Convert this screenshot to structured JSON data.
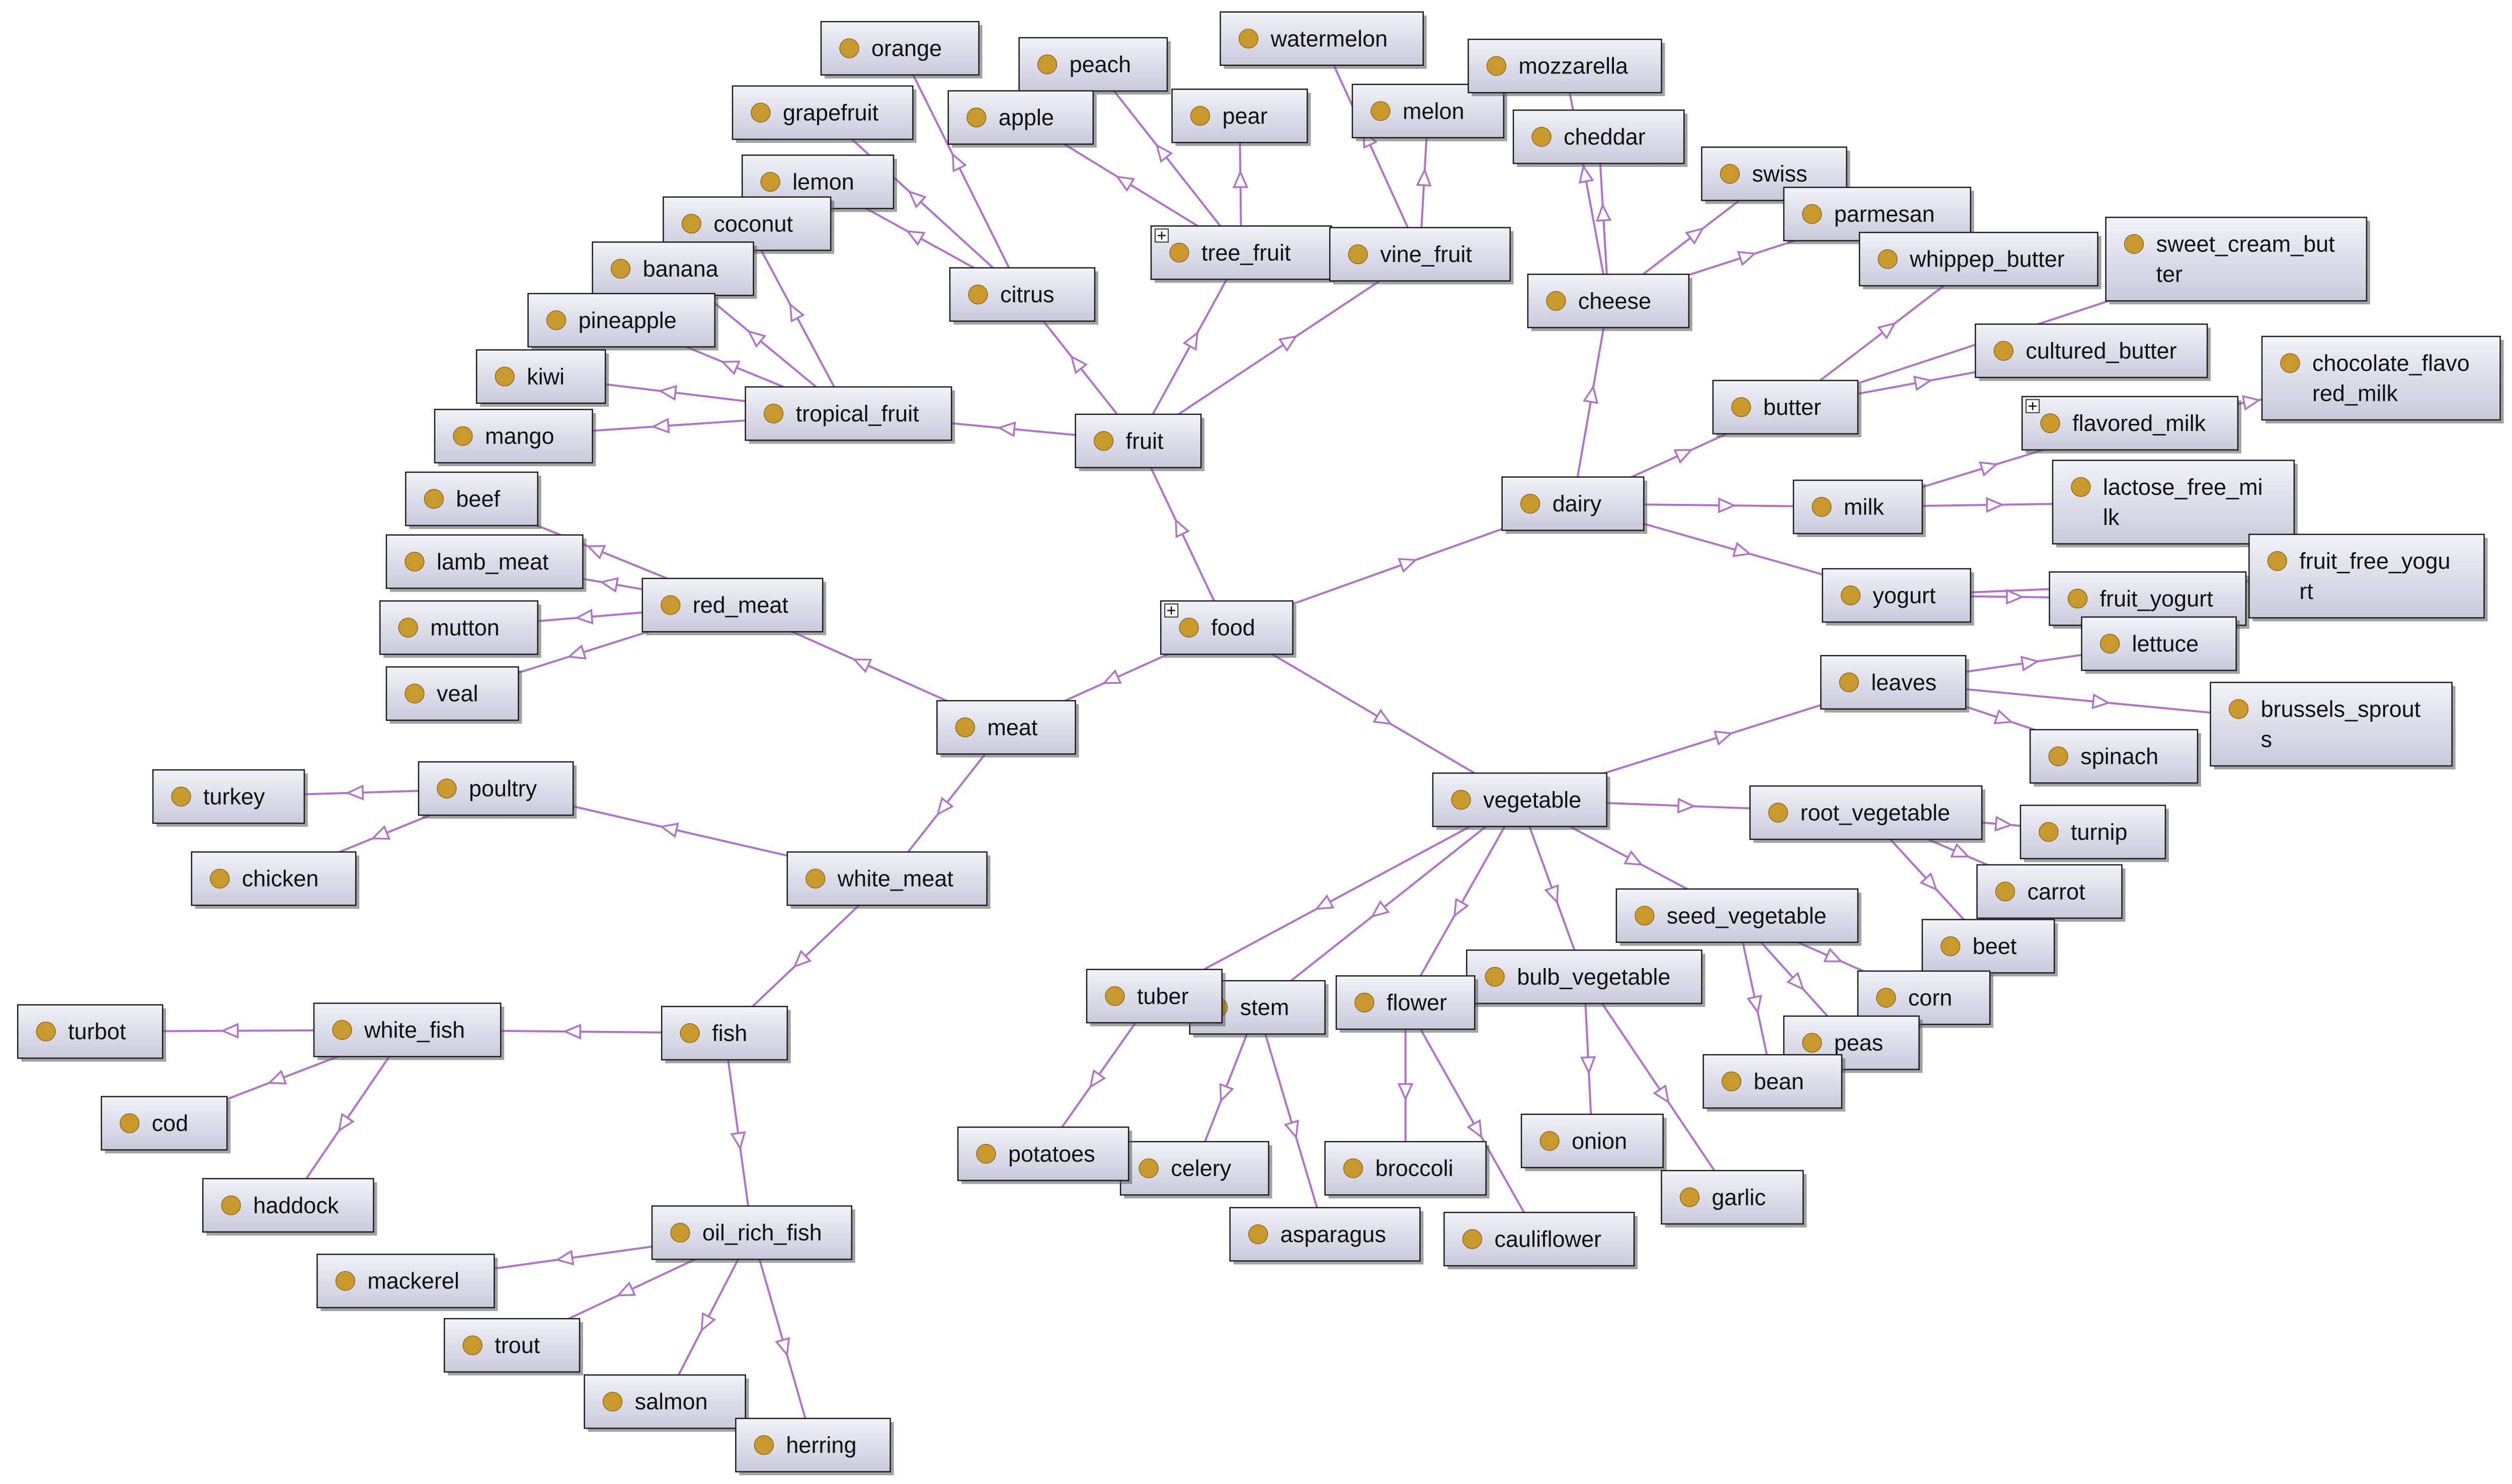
{
  "colors": {
    "edge": "#b070cc",
    "node_fill_top": "#f2f2f8",
    "node_fill_bottom": "#c9c9db",
    "node_border": "#1a1a1a",
    "dot": "#c89a2e",
    "selected_border": "#33cc33"
  },
  "icons": {
    "node": "class-dot-icon",
    "expand": "expand-plus-icon"
  },
  "nodes": [
    {
      "id": "food",
      "lines": [
        "food"
      ],
      "expand": true
    },
    {
      "id": "fruit",
      "lines": [
        "fruit"
      ]
    },
    {
      "id": "meat",
      "lines": [
        "meat"
      ]
    },
    {
      "id": "dairy",
      "lines": [
        "dairy"
      ]
    },
    {
      "id": "vegetable",
      "lines": [
        "vegetable"
      ]
    },
    {
      "id": "tree_fruit",
      "lines": [
        "tree_fruit"
      ],
      "expand": true
    },
    {
      "id": "vine_fruit",
      "lines": [
        "vine_fruit"
      ]
    },
    {
      "id": "citrus",
      "lines": [
        "citrus"
      ]
    },
    {
      "id": "tropical_fruit",
      "lines": [
        "tropical_fruit"
      ]
    },
    {
      "id": "orange",
      "lines": [
        "orange"
      ]
    },
    {
      "id": "grapefruit",
      "lines": [
        "grapefruit"
      ]
    },
    {
      "id": "lemon",
      "lines": [
        "lemon"
      ]
    },
    {
      "id": "peach",
      "lines": [
        "peach"
      ]
    },
    {
      "id": "apple",
      "lines": [
        "apple"
      ]
    },
    {
      "id": "pear",
      "lines": [
        "pear"
      ]
    },
    {
      "id": "watermelon",
      "lines": [
        "watermelon"
      ]
    },
    {
      "id": "melon",
      "lines": [
        "melon"
      ]
    },
    {
      "id": "coconut",
      "lines": [
        "coconut"
      ]
    },
    {
      "id": "banana",
      "lines": [
        "banana"
      ]
    },
    {
      "id": "pineapple",
      "lines": [
        "pineapple"
      ]
    },
    {
      "id": "kiwi",
      "lines": [
        "kiwi"
      ]
    },
    {
      "id": "mango",
      "lines": [
        "mango"
      ]
    },
    {
      "id": "red_meat",
      "lines": [
        "red_meat"
      ]
    },
    {
      "id": "white_meat",
      "lines": [
        "white_meat"
      ]
    },
    {
      "id": "beef",
      "lines": [
        "beef"
      ]
    },
    {
      "id": "lamb_meat",
      "lines": [
        "lamb_meat"
      ]
    },
    {
      "id": "mutton",
      "lines": [
        "mutton"
      ]
    },
    {
      "id": "veal",
      "lines": [
        "veal"
      ]
    },
    {
      "id": "poultry",
      "lines": [
        "poultry"
      ]
    },
    {
      "id": "turkey",
      "lines": [
        "turkey"
      ]
    },
    {
      "id": "chicken",
      "lines": [
        "chicken"
      ]
    },
    {
      "id": "fish",
      "lines": [
        "fish"
      ]
    },
    {
      "id": "white_fish",
      "lines": [
        "white_fish"
      ]
    },
    {
      "id": "turbot",
      "lines": [
        "turbot"
      ]
    },
    {
      "id": "cod",
      "lines": [
        "cod"
      ]
    },
    {
      "id": "haddock",
      "lines": [
        "haddock"
      ]
    },
    {
      "id": "oil_rich_fish",
      "lines": [
        "oil_rich_fish"
      ]
    },
    {
      "id": "mackerel",
      "lines": [
        "mackerel"
      ]
    },
    {
      "id": "trout",
      "lines": [
        "trout"
      ]
    },
    {
      "id": "salmon",
      "lines": [
        "salmon"
      ]
    },
    {
      "id": "herring",
      "lines": [
        "herring"
      ]
    },
    {
      "id": "cheese",
      "lines": [
        "cheese"
      ]
    },
    {
      "id": "mozzarella",
      "lines": [
        "mozzarella"
      ]
    },
    {
      "id": "cheddar",
      "lines": [
        "cheddar"
      ]
    },
    {
      "id": "swiss",
      "lines": [
        "swiss"
      ]
    },
    {
      "id": "parmesan",
      "lines": [
        "parmesan"
      ]
    },
    {
      "id": "butter",
      "lines": [
        "butter"
      ]
    },
    {
      "id": "whippep_butter",
      "lines": [
        "whippep_butter"
      ]
    },
    {
      "id": "sweet_cream_butter",
      "lines": [
        "sweet_cream_but",
        "ter"
      ]
    },
    {
      "id": "cultured_butter",
      "lines": [
        "cultured_butter"
      ]
    },
    {
      "id": "milk",
      "lines": [
        "milk"
      ]
    },
    {
      "id": "flavored_milk",
      "lines": [
        "flavored_milk"
      ],
      "expand": true
    },
    {
      "id": "chocolate_flavored_milk",
      "lines": [
        "chocolate_flavo",
        "red_milk"
      ]
    },
    {
      "id": "lactose_free_milk",
      "lines": [
        "lactose_free_mi",
        "lk"
      ]
    },
    {
      "id": "yogurt",
      "lines": [
        "yogurt"
      ]
    },
    {
      "id": "fruit_yogurt",
      "lines": [
        "fruit_yogurt"
      ]
    },
    {
      "id": "fruit_free_yogurt",
      "lines": [
        "fruit_free_yogu",
        "rt"
      ]
    },
    {
      "id": "leaves",
      "lines": [
        "leaves"
      ]
    },
    {
      "id": "lettuce",
      "lines": [
        "lettuce"
      ]
    },
    {
      "id": "brussels_sprouts",
      "lines": [
        "brussels_sprout",
        "s"
      ]
    },
    {
      "id": "spinach",
      "lines": [
        "spinach"
      ]
    },
    {
      "id": "root_vegetable",
      "lines": [
        "root_vegetable"
      ]
    },
    {
      "id": "turnip",
      "lines": [
        "turnip"
      ]
    },
    {
      "id": "carrot",
      "lines": [
        "carrot"
      ]
    },
    {
      "id": "beet",
      "lines": [
        "beet"
      ]
    },
    {
      "id": "seed_vegetable",
      "lines": [
        "seed_vegetable"
      ]
    },
    {
      "id": "corn",
      "lines": [
        "corn"
      ]
    },
    {
      "id": "peas",
      "lines": [
        "peas"
      ]
    },
    {
      "id": "bean",
      "lines": [
        "bean"
      ]
    },
    {
      "id": "bulb_vegetable",
      "lines": [
        "bulb_vegetable"
      ]
    },
    {
      "id": "onion",
      "lines": [
        "onion"
      ]
    },
    {
      "id": "garlic",
      "lines": [
        "garlic"
      ]
    },
    {
      "id": "flower",
      "lines": [
        "flower"
      ]
    },
    {
      "id": "broccoli",
      "lines": [
        "broccoli"
      ]
    },
    {
      "id": "cauliflower",
      "lines": [
        "cauliflower"
      ]
    },
    {
      "id": "stem",
      "lines": [
        "stem"
      ]
    },
    {
      "id": "celery",
      "lines": [
        "celery"
      ]
    },
    {
      "id": "asparagus",
      "lines": [
        "asparagus"
      ]
    },
    {
      "id": "tuber",
      "lines": [
        "tuber"
      ]
    },
    {
      "id": "potatoes",
      "lines": [
        "potatoes"
      ],
      "selected": true
    }
  ],
  "edges": [
    [
      "food",
      "fruit"
    ],
    [
      "food",
      "meat"
    ],
    [
      "food",
      "dairy"
    ],
    [
      "food",
      "vegetable"
    ],
    [
      "fruit",
      "tree_fruit"
    ],
    [
      "fruit",
      "vine_fruit"
    ],
    [
      "fruit",
      "citrus"
    ],
    [
      "fruit",
      "tropical_fruit"
    ],
    [
      "citrus",
      "orange"
    ],
    [
      "citrus",
      "grapefruit"
    ],
    [
      "citrus",
      "lemon"
    ],
    [
      "tree_fruit",
      "peach"
    ],
    [
      "tree_fruit",
      "apple"
    ],
    [
      "tree_fruit",
      "pear"
    ],
    [
      "vine_fruit",
      "watermelon"
    ],
    [
      "vine_fruit",
      "melon"
    ],
    [
      "tropical_fruit",
      "coconut"
    ],
    [
      "tropical_fruit",
      "banana"
    ],
    [
      "tropical_fruit",
      "pineapple"
    ],
    [
      "tropical_fruit",
      "kiwi"
    ],
    [
      "tropical_fruit",
      "mango"
    ],
    [
      "meat",
      "red_meat"
    ],
    [
      "meat",
      "white_meat"
    ],
    [
      "red_meat",
      "beef"
    ],
    [
      "red_meat",
      "lamb_meat"
    ],
    [
      "red_meat",
      "mutton"
    ],
    [
      "red_meat",
      "veal"
    ],
    [
      "white_meat",
      "poultry"
    ],
    [
      "white_meat",
      "fish"
    ],
    [
      "poultry",
      "turkey"
    ],
    [
      "poultry",
      "chicken"
    ],
    [
      "fish",
      "white_fish"
    ],
    [
      "fish",
      "oil_rich_fish"
    ],
    [
      "white_fish",
      "turbot"
    ],
    [
      "white_fish",
      "cod"
    ],
    [
      "white_fish",
      "haddock"
    ],
    [
      "oil_rich_fish",
      "mackerel"
    ],
    [
      "oil_rich_fish",
      "trout"
    ],
    [
      "oil_rich_fish",
      "salmon"
    ],
    [
      "oil_rich_fish",
      "herring"
    ],
    [
      "dairy",
      "cheese"
    ],
    [
      "dairy",
      "butter"
    ],
    [
      "dairy",
      "milk"
    ],
    [
      "dairy",
      "yogurt"
    ],
    [
      "cheese",
      "mozzarella"
    ],
    [
      "cheese",
      "cheddar"
    ],
    [
      "cheese",
      "swiss"
    ],
    [
      "cheese",
      "parmesan"
    ],
    [
      "butter",
      "whippep_butter"
    ],
    [
      "butter",
      "sweet_cream_butter"
    ],
    [
      "butter",
      "cultured_butter"
    ],
    [
      "milk",
      "flavored_milk"
    ],
    [
      "milk",
      "lactose_free_milk"
    ],
    [
      "flavored_milk",
      "chocolate_flavored_milk"
    ],
    [
      "yogurt",
      "fruit_yogurt"
    ],
    [
      "yogurt",
      "fruit_free_yogurt"
    ],
    [
      "vegetable",
      "leaves"
    ],
    [
      "vegetable",
      "root_vegetable"
    ],
    [
      "vegetable",
      "seed_vegetable"
    ],
    [
      "vegetable",
      "bulb_vegetable"
    ],
    [
      "vegetable",
      "flower"
    ],
    [
      "vegetable",
      "stem"
    ],
    [
      "vegetable",
      "tuber"
    ],
    [
      "leaves",
      "lettuce"
    ],
    [
      "leaves",
      "brussels_sprouts"
    ],
    [
      "leaves",
      "spinach"
    ],
    [
      "root_vegetable",
      "turnip"
    ],
    [
      "root_vegetable",
      "carrot"
    ],
    [
      "root_vegetable",
      "beet"
    ],
    [
      "seed_vegetable",
      "corn"
    ],
    [
      "seed_vegetable",
      "peas"
    ],
    [
      "seed_vegetable",
      "bean"
    ],
    [
      "bulb_vegetable",
      "onion"
    ],
    [
      "bulb_vegetable",
      "garlic"
    ],
    [
      "flower",
      "broccoli"
    ],
    [
      "flower",
      "cauliflower"
    ],
    [
      "stem",
      "celery"
    ],
    [
      "stem",
      "asparagus"
    ],
    [
      "tuber",
      "potatoes"
    ]
  ]
}
